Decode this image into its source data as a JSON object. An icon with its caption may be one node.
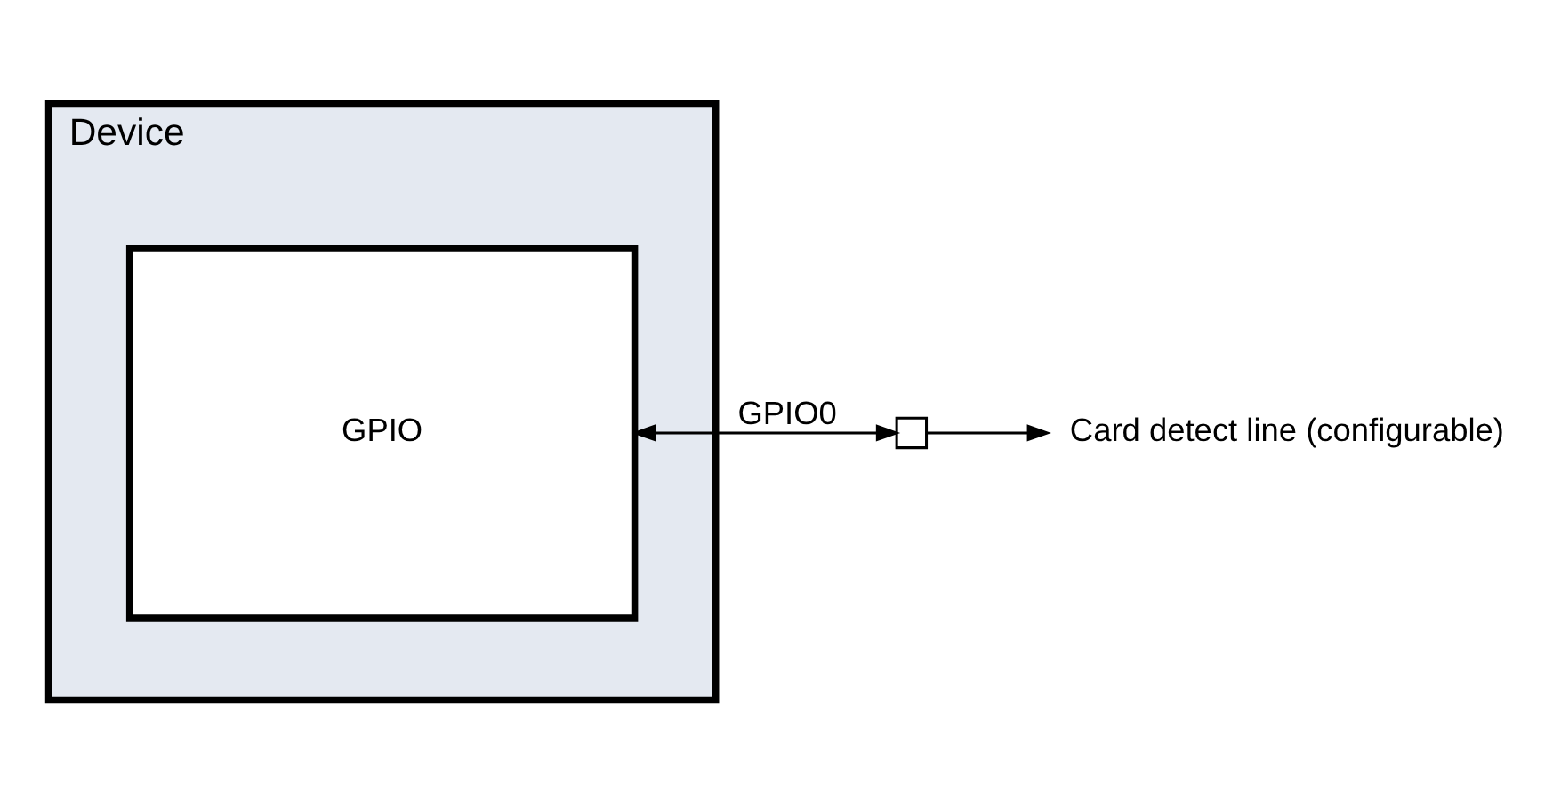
{
  "diagram": {
    "nodes": [
      {
        "text": [
          "Device"
        ]
      },
      {
        "text": [
          "GPIO"
        ],
        "in": 0
      },
      {
        "text": [],
        "shape": "box"
      },
      {
        "text": [
          "Card detect line (configurable)"
        ]
      }
    ],
    "edges": [
      {
        "from": 1,
        "to": 2,
        "arrow": "both",
        "label": "GPIO0"
      },
      {
        "from": 2,
        "to": 3,
        "arrow": "to"
      }
    ]
  }
}
